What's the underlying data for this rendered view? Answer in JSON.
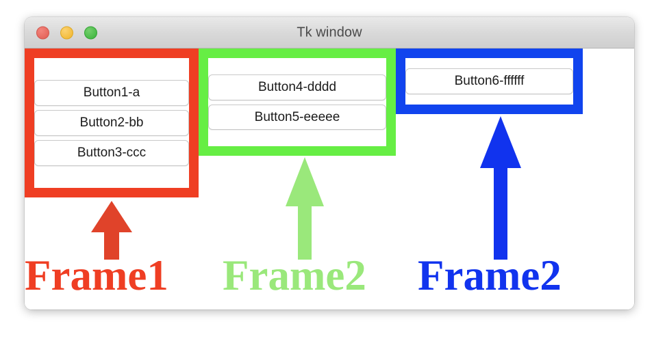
{
  "window": {
    "title": "Tk window",
    "traffic_lights": [
      {
        "name": "close",
        "color": "#e05c52"
      },
      {
        "name": "minimize",
        "color": "#f0b429"
      },
      {
        "name": "maximize",
        "color": "#39b23a"
      }
    ]
  },
  "frames": [
    {
      "id": "frame-1",
      "color": "#ef3e23",
      "caption": "Frame1",
      "caption_color": "#ef3e23",
      "arrow_color": "#e0432a",
      "buttons": [
        {
          "label": "Button1-a"
        },
        {
          "label": "Button2-bb"
        },
        {
          "label": "Button3-ccc"
        }
      ]
    },
    {
      "id": "frame-2",
      "color": "#66ee44",
      "caption": "Frame2",
      "caption_color": "#9ae87b",
      "arrow_color": "#9ae87b",
      "buttons": [
        {
          "label": "Button4-dddd"
        },
        {
          "label": "Button5-eeeee"
        }
      ]
    },
    {
      "id": "frame-3",
      "color": "#1144ee",
      "caption": "Frame2",
      "caption_color": "#1133ee",
      "arrow_color": "#1133ee",
      "buttons": [
        {
          "label": "Button6-ffffff"
        }
      ]
    }
  ]
}
